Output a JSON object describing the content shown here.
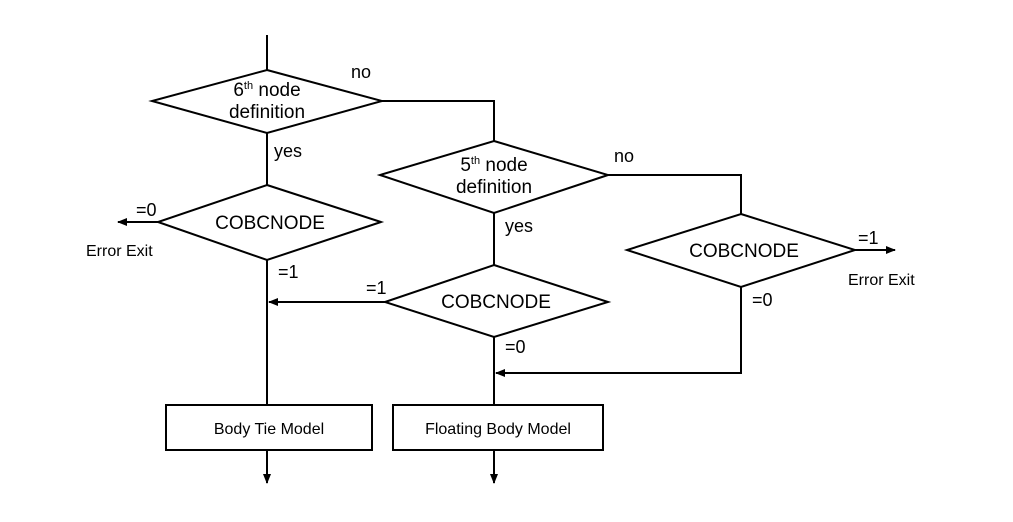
{
  "diagram": {
    "decisions": {
      "d6": {
        "line1_num": "6",
        "line1_sup": "th",
        "line1_rest": " node",
        "line2": "definition"
      },
      "d5": {
        "line1_num": "5",
        "line1_sup": "th",
        "line1_rest": " node",
        "line2": "definition"
      },
      "cob_left": {
        "label": "COBCNODE"
      },
      "cob_mid": {
        "label": "COBCNODE"
      },
      "cob_right": {
        "label": "COBCNODE"
      }
    },
    "boxes": {
      "body_tie": {
        "label": "Body Tie Model"
      },
      "floating": {
        "label": "Floating Body Model"
      }
    },
    "edge_labels": {
      "d6_no": "no",
      "d6_yes": "yes",
      "d5_no": "no",
      "d5_yes": "yes",
      "cob_left_zero": "=0",
      "cob_left_one": "=1",
      "cob_mid_one": "=1",
      "cob_mid_zero": "=0",
      "cob_right_one": "=1",
      "cob_right_zero": "=0"
    },
    "error_exits": {
      "left": "Error Exit",
      "right": "Error Exit"
    }
  }
}
